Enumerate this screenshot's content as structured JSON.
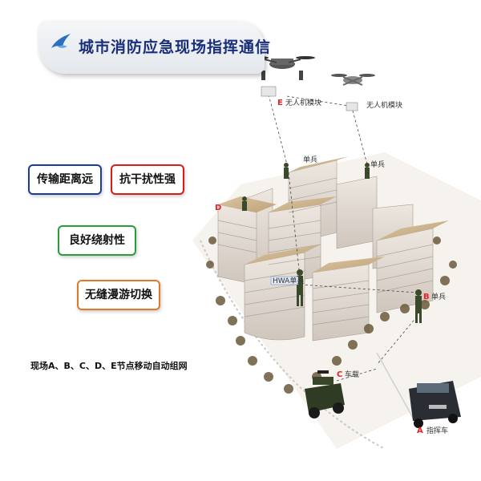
{
  "title": "城市消防应急现场指挥通信",
  "features": [
    {
      "label": "传输距离远",
      "color": "#1a3d9c"
    },
    {
      "label": "抗干扰性强",
      "color": "#d11f1f"
    },
    {
      "label": "良好绕射性",
      "color": "#2a9c3c"
    },
    {
      "label": "无缝漫游切换",
      "color": "#e0792a"
    }
  ],
  "note": "现场A、B、C、D、E节点移动自动组网",
  "nodes": {
    "e_left": {
      "letter": "E",
      "text": "无人机模块"
    },
    "e_right": {
      "text": "无人机模块"
    },
    "soldier_top": {
      "text": "单兵"
    },
    "soldier_right": {
      "text": "单兵"
    },
    "d": {
      "letter": "D"
    },
    "b": {
      "letter": "B",
      "text": "单兵"
    },
    "c": {
      "letter": "C",
      "text": "车载"
    },
    "a": {
      "letter": "A",
      "text": "指挥车"
    },
    "center_sign": {
      "text": "HWA单兵"
    }
  },
  "colors": {
    "node_letter": "#e8202a",
    "title": "#1a2f7a"
  }
}
